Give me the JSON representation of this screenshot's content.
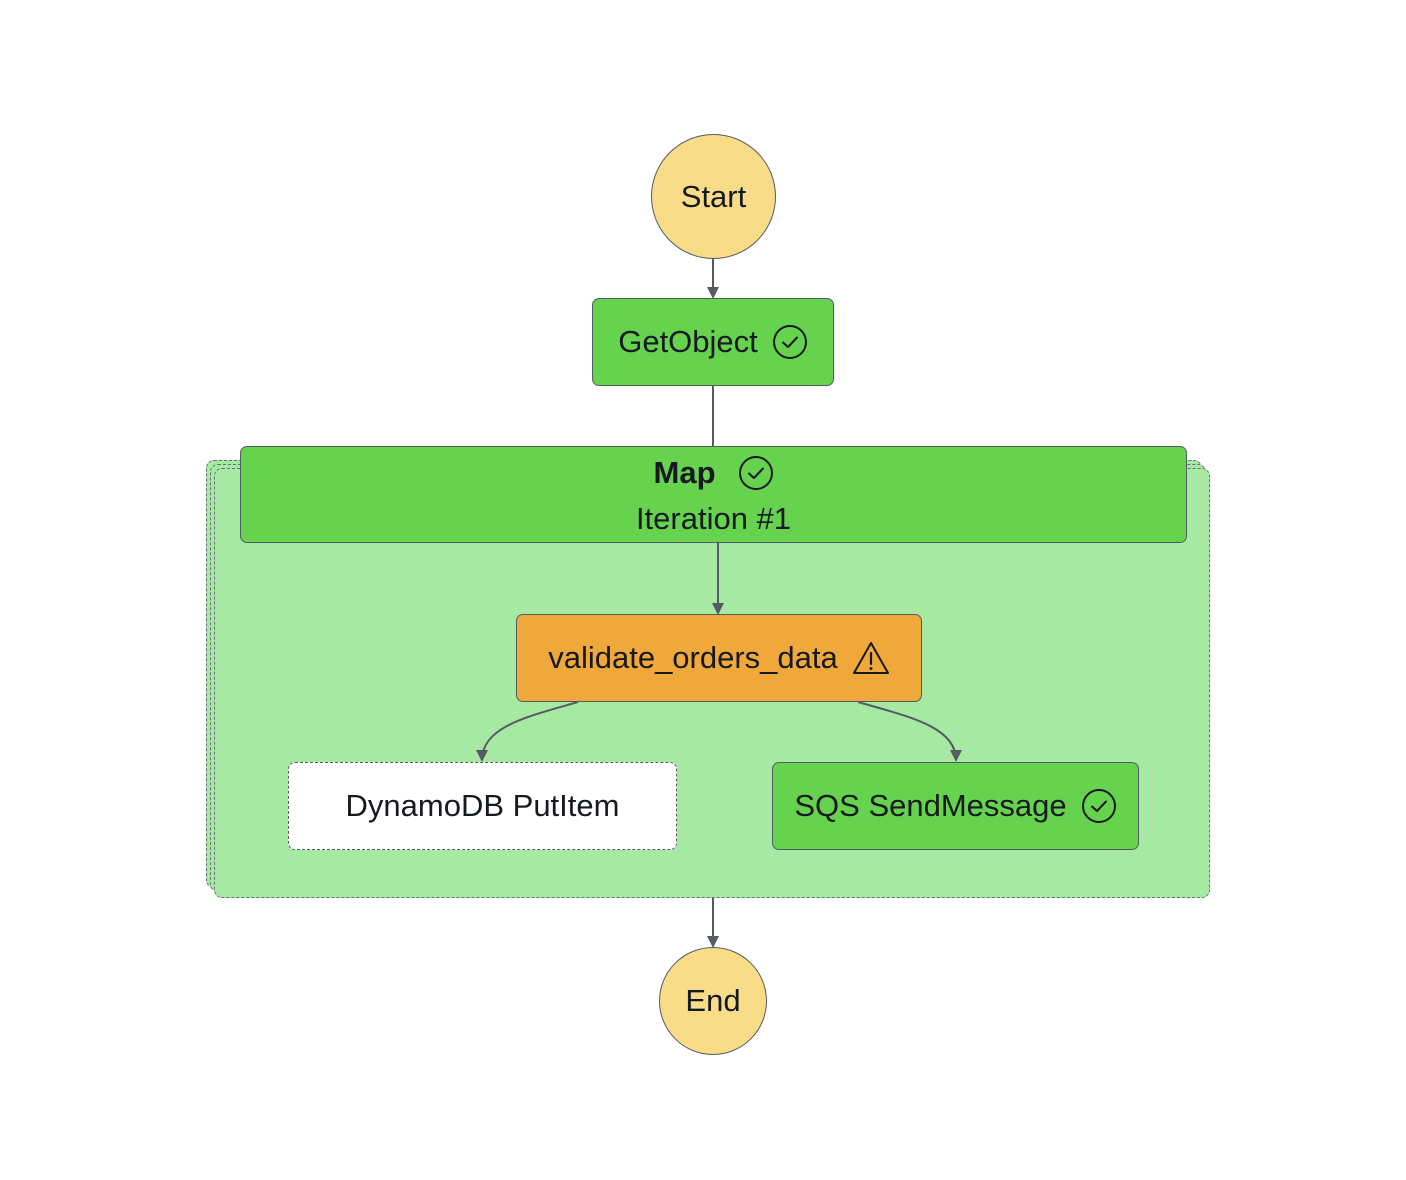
{
  "diagram": {
    "start": {
      "label": "Start"
    },
    "get_object": {
      "label": "GetObject",
      "status_icon": "check-circle-icon"
    },
    "map": {
      "label": "Map",
      "iteration": "Iteration #1",
      "status_icon": "check-circle-icon"
    },
    "validate": {
      "label": "validate_orders_data",
      "status_icon": "warning-triangle-icon"
    },
    "dynamodb": {
      "label": "DynamoDB PutItem"
    },
    "sqs": {
      "label": "SQS SendMessage",
      "status_icon": "check-circle-icon"
    },
    "end": {
      "label": "End"
    }
  },
  "colors": {
    "succeeded": "#66d34e",
    "caught_error": "#f0a83a",
    "not_executed": "#ffffff",
    "map_body": "#a6e9a2",
    "start_end": "#f8dc88",
    "edge": "#545b64"
  }
}
